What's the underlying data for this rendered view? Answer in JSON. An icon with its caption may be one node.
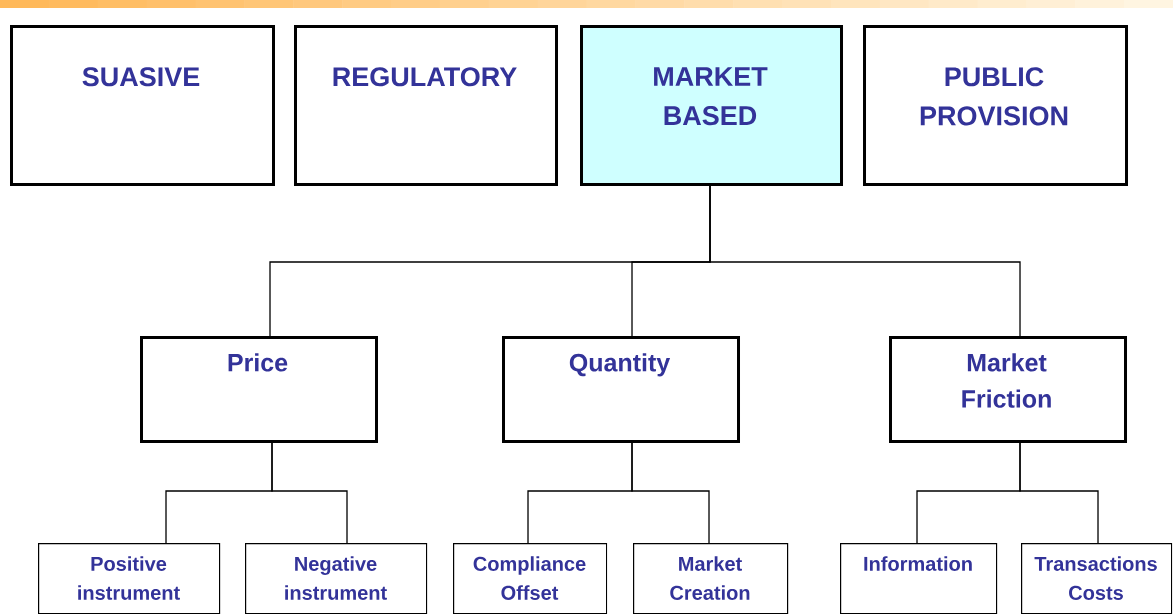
{
  "diagram": {
    "nodes": [
      {
        "text": [
          "SUASIVE"
        ]
      },
      {
        "text": [
          "REGULATORY"
        ]
      },
      {
        "text": [
          "MARKET BASED"
        ]
      },
      {
        "text": [
          "PUBLIC PROVISION"
        ]
      },
      {
        "text": [
          "Price"
        ]
      },
      {
        "text": [
          "Quantity"
        ]
      },
      {
        "text": [
          "Market Friction"
        ]
      },
      {
        "text": [
          "Positive instrument"
        ]
      },
      {
        "text": [
          "Negative instrument"
        ]
      },
      {
        "text": [
          "Compliance Offset"
        ]
      },
      {
        "text": [
          "Market Creation"
        ]
      },
      {
        "text": [
          "Information"
        ]
      },
      {
        "text": [
          "Transactions Costs"
        ]
      }
    ],
    "edges": [
      {
        "from": 2,
        "to": 4,
        "arrow": "none"
      },
      {
        "from": 2,
        "to": 5,
        "arrow": "none"
      },
      {
        "from": 2,
        "to": 6,
        "arrow": "none"
      },
      {
        "from": 4,
        "to": 7,
        "arrow": "none"
      },
      {
        "from": 4,
        "to": 8,
        "arrow": "none"
      },
      {
        "from": 5,
        "to": 9,
        "arrow": "none"
      },
      {
        "from": 5,
        "to": 10,
        "arrow": "none"
      },
      {
        "from": 6,
        "to": 11,
        "arrow": "none"
      },
      {
        "from": 6,
        "to": 12,
        "arrow": "none"
      }
    ]
  }
}
